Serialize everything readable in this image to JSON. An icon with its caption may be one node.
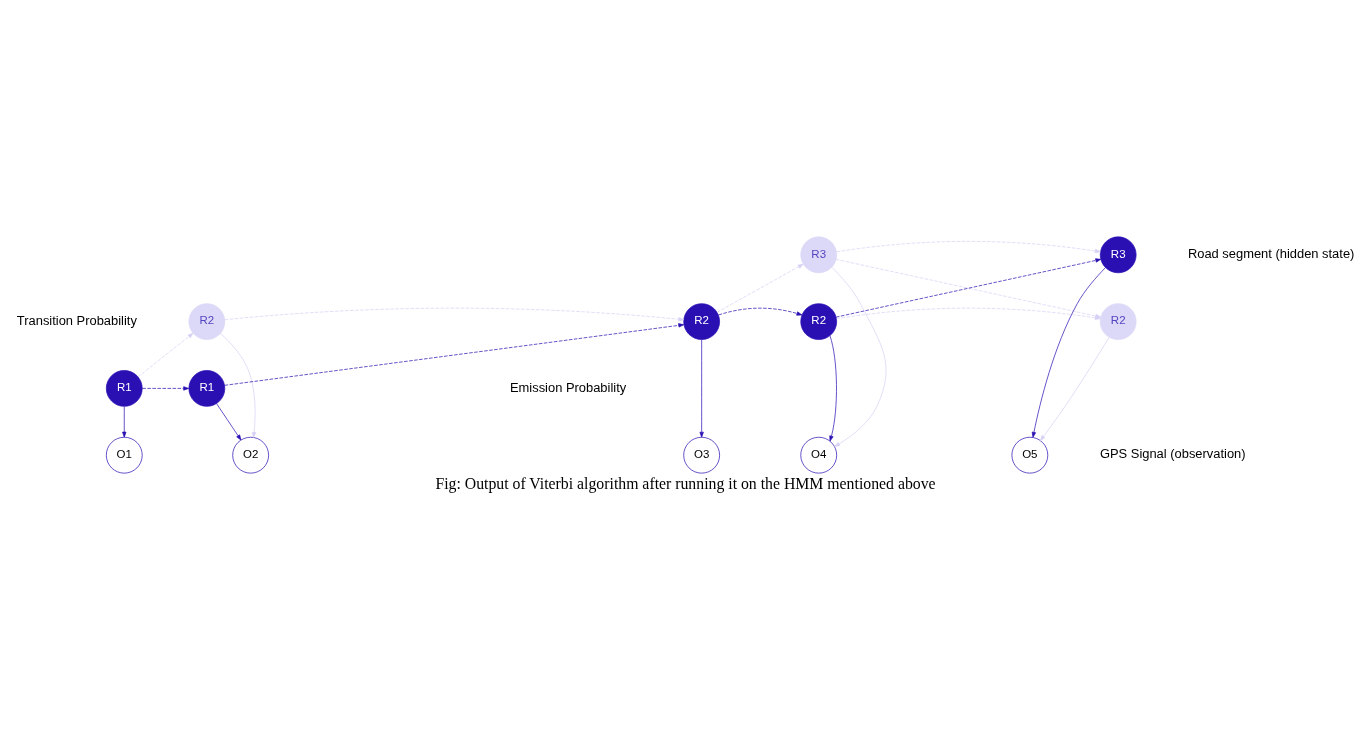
{
  "diagram": {
    "caption": "Fig: Output of Viterbi algorithm after running it on the HMM mentioned above",
    "nodes": [
      {
        "text": [
          "R3"
        ]
      },
      {
        "text": [
          "R3"
        ],
        "beside": [
          "Road segment (hidden state)"
        ]
      },
      {
        "text": [
          "R2"
        ]
      },
      {
        "text": [
          "R2"
        ]
      },
      {
        "text": [
          "R2"
        ]
      },
      {
        "text": [
          "R2"
        ]
      },
      {
        "text": [
          "R1"
        ]
      },
      {
        "text": [
          "R1"
        ]
      },
      {
        "text": [
          "O1"
        ]
      },
      {
        "text": [
          "O2"
        ]
      },
      {
        "text": [
          "O3"
        ]
      },
      {
        "text": [
          "O4"
        ]
      },
      {
        "text": [
          "O5"
        ],
        "beside": [
          "GPS Signal (observation)"
        ]
      }
    ],
    "edges": [
      {
        "from": 6,
        "to": 7,
        "arrow": "to",
        "style": "dashed"
      },
      {
        "from": 6,
        "to": 2,
        "arrow": "to",
        "style": "dashed",
        "color": "#d6d1f5"
      },
      {
        "from": 2,
        "to": 3,
        "arrow": "to",
        "style": "dashed",
        "color": "#d6d1f5"
      },
      {
        "from": 7,
        "to": 3,
        "arrow": "to",
        "style": "dashed"
      },
      {
        "from": 3,
        "to": 4,
        "arrow": "to",
        "style": "dashed"
      },
      {
        "from": 3,
        "to": 0,
        "arrow": "to",
        "style": "dashed",
        "color": "#d6d1f5"
      },
      {
        "from": 0,
        "to": 1,
        "arrow": "to",
        "style": "dashed",
        "color": "#d6d1f5"
      },
      {
        "from": 4,
        "to": 1,
        "arrow": "to",
        "style": "dashed"
      },
      {
        "from": 4,
        "to": 5,
        "arrow": "to",
        "style": "dashed",
        "color": "#d6d1f5"
      },
      {
        "from": 0,
        "to": 5,
        "arrow": "to",
        "style": "dashed",
        "color": "#d6d1f5"
      },
      {
        "from": 6,
        "to": 8,
        "arrow": "to"
      },
      {
        "from": 7,
        "to": 9,
        "arrow": "to"
      },
      {
        "from": 2,
        "to": 9,
        "arrow": "to",
        "color": "#d6d1f5"
      },
      {
        "from": 3,
        "to": 10,
        "arrow": "to"
      },
      {
        "from": 4,
        "to": 11,
        "arrow": "to"
      },
      {
        "from": 0,
        "to": 11,
        "arrow": "to",
        "color": "#d6d1f5"
      },
      {
        "from": 5,
        "to": 12,
        "arrow": "to",
        "color": "#d6d1f5"
      },
      {
        "from": 1,
        "to": 12,
        "arrow": "to"
      }
    ],
    "labels": [
      "Transition Probability",
      "Emission Probability"
    ]
  }
}
